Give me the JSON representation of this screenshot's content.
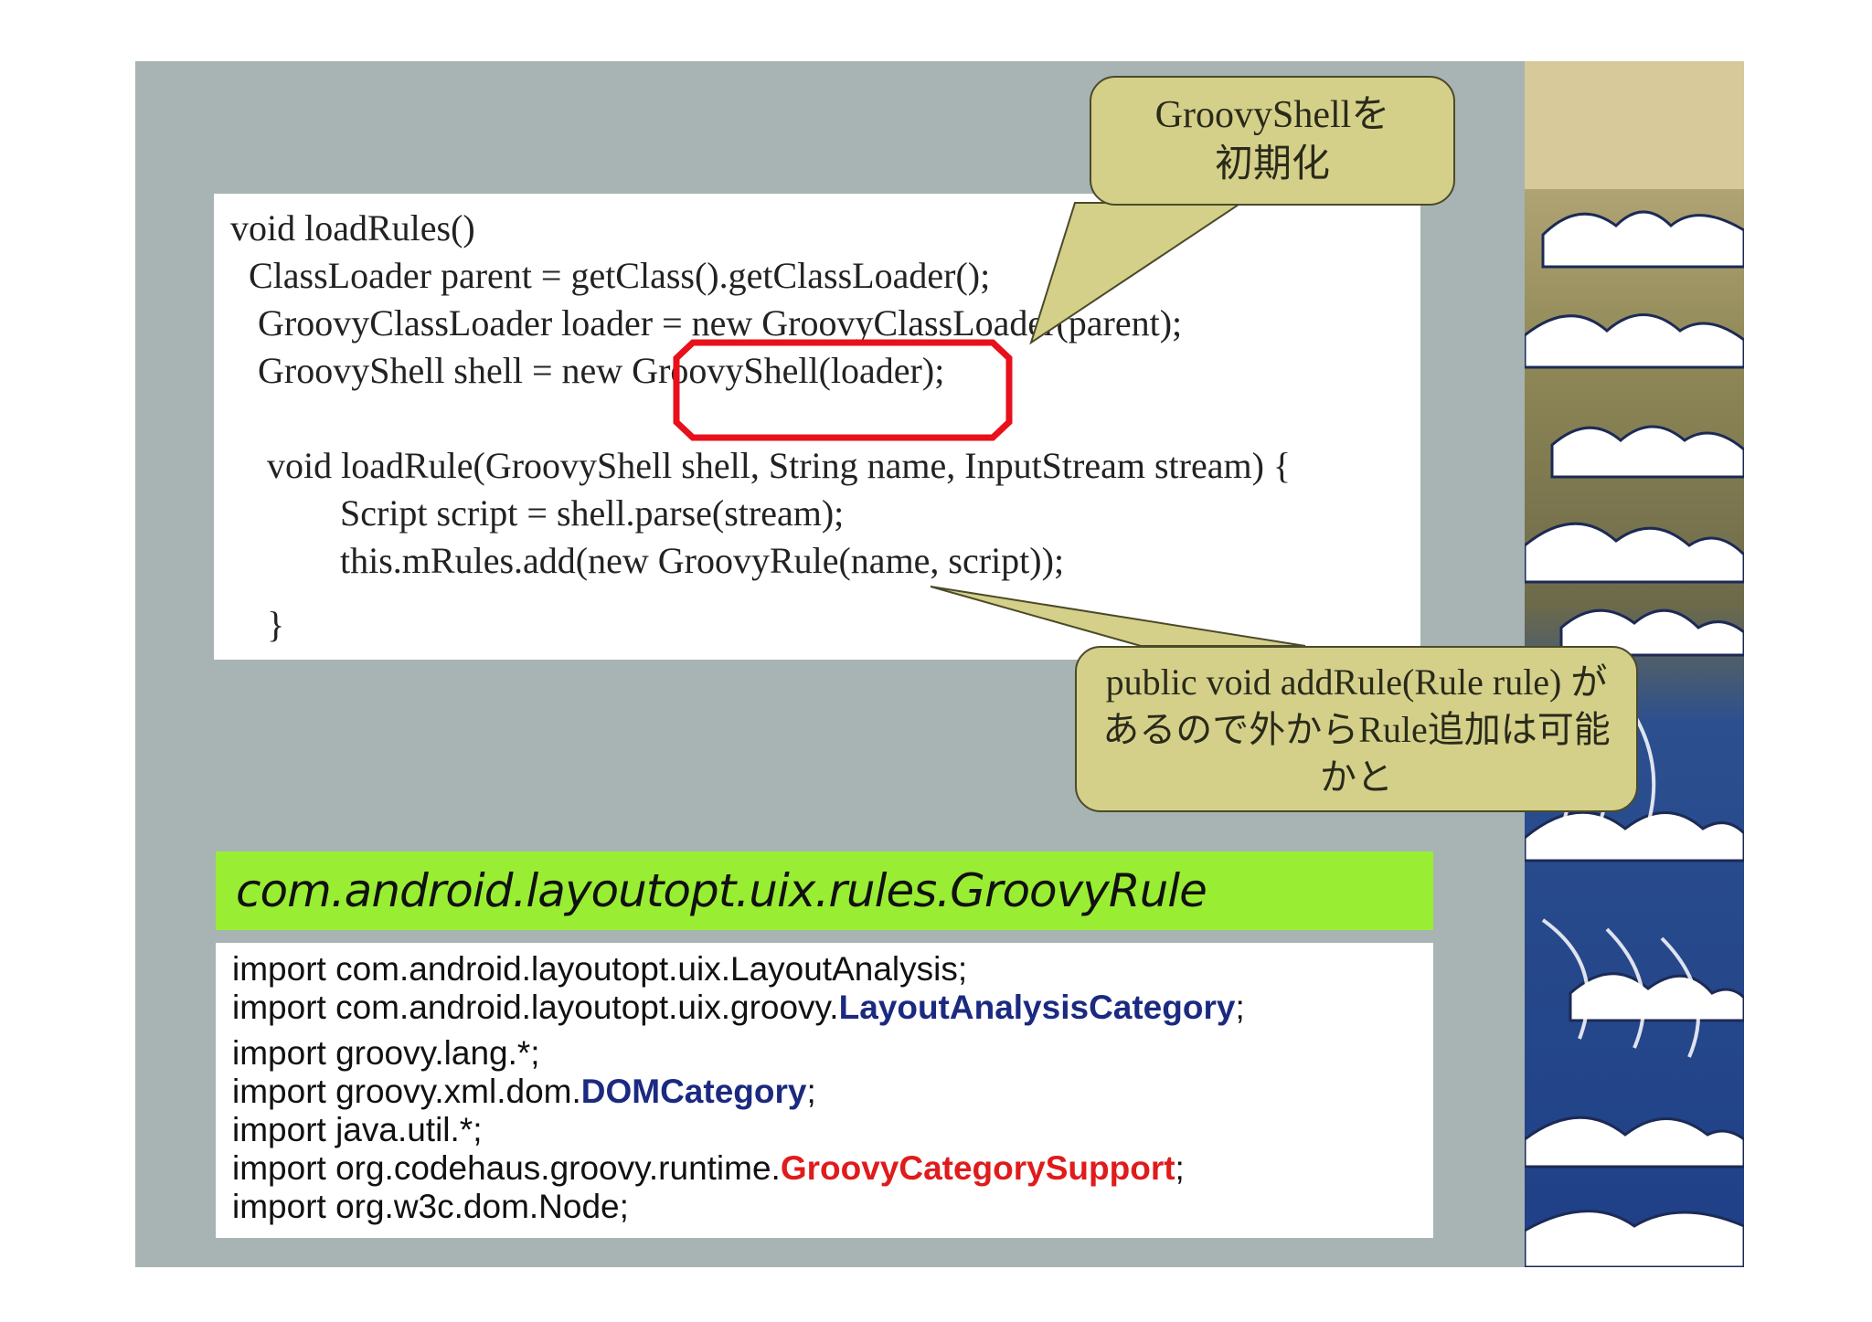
{
  "code_block": {
    "lines": [
      "void loadRules()",
      "  ClassLoader parent = getClass().getClassLoader();",
      "   GroovyClassLoader loader = new GroovyClassLoader(parent);",
      "   GroovyShell shell = new GroovyShell(loader);",
      "",
      "    void loadRule(GroovyShell shell, String name, InputStream stream) {",
      "            Script script = shell.parse(stream);",
      "            this.mRules.add(new GroovyRule(name, script));",
      "    }"
    ]
  },
  "callout_top": {
    "line1": "GroovyShellを",
    "line2": "初期化"
  },
  "callout_bottom": {
    "line1": "public void addRule(Rule rule) が",
    "line2": "あるので外からRule追加は可能",
    "line3": "かと"
  },
  "class_banner": {
    "title": "com.android.layoutopt.uix.rules.GroovyRule"
  },
  "imports": {
    "line1": "import com.android.layoutopt.uix.LayoutAnalysis;",
    "line2_prefix": "import com.android.layoutopt.uix.groovy.",
    "line2_emph": "LayoutAnalysisCategory",
    "line2_suffix": ";",
    "line3": "import groovy.lang.*;",
    "line4_prefix": "import groovy.xml.dom.",
    "line4_emph": "DOMCategory",
    "line4_suffix": ";",
    "line5": "import java.util.*;",
    "line6_prefix": "import org.codehaus.groovy.runtime.",
    "line6_emph": "GroovyCategorySupport",
    "line6_suffix": ";",
    "line7": "import org.w3c.dom.Node;"
  },
  "colors": {
    "slide_bg": "#a7b4b3",
    "banner_green": "#99ee33",
    "callout_fill": "#d4d08a",
    "highlight_red": "#e8101a",
    "emph_blue": "#1b2a80",
    "emph_red": "#e01b1b"
  }
}
